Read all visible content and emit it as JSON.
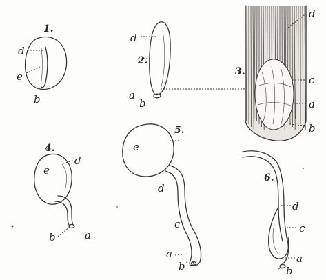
{
  "figures": [
    {
      "number": "1.",
      "labels": [
        "d",
        "e",
        "b"
      ]
    },
    {
      "number": "2.",
      "labels": [
        "d",
        "a",
        "b"
      ]
    },
    {
      "number": "3.",
      "labels": [
        "d",
        "c",
        "a",
        "b"
      ]
    },
    {
      "number": "4.",
      "labels": [
        "e",
        "d",
        "b",
        "a"
      ]
    },
    {
      "number": "5.",
      "labels": [
        "e",
        "d",
        "c",
        "a",
        "b"
      ]
    },
    {
      "number": "6.",
      "labels": [
        "d",
        "c",
        "a",
        "b"
      ]
    }
  ]
}
